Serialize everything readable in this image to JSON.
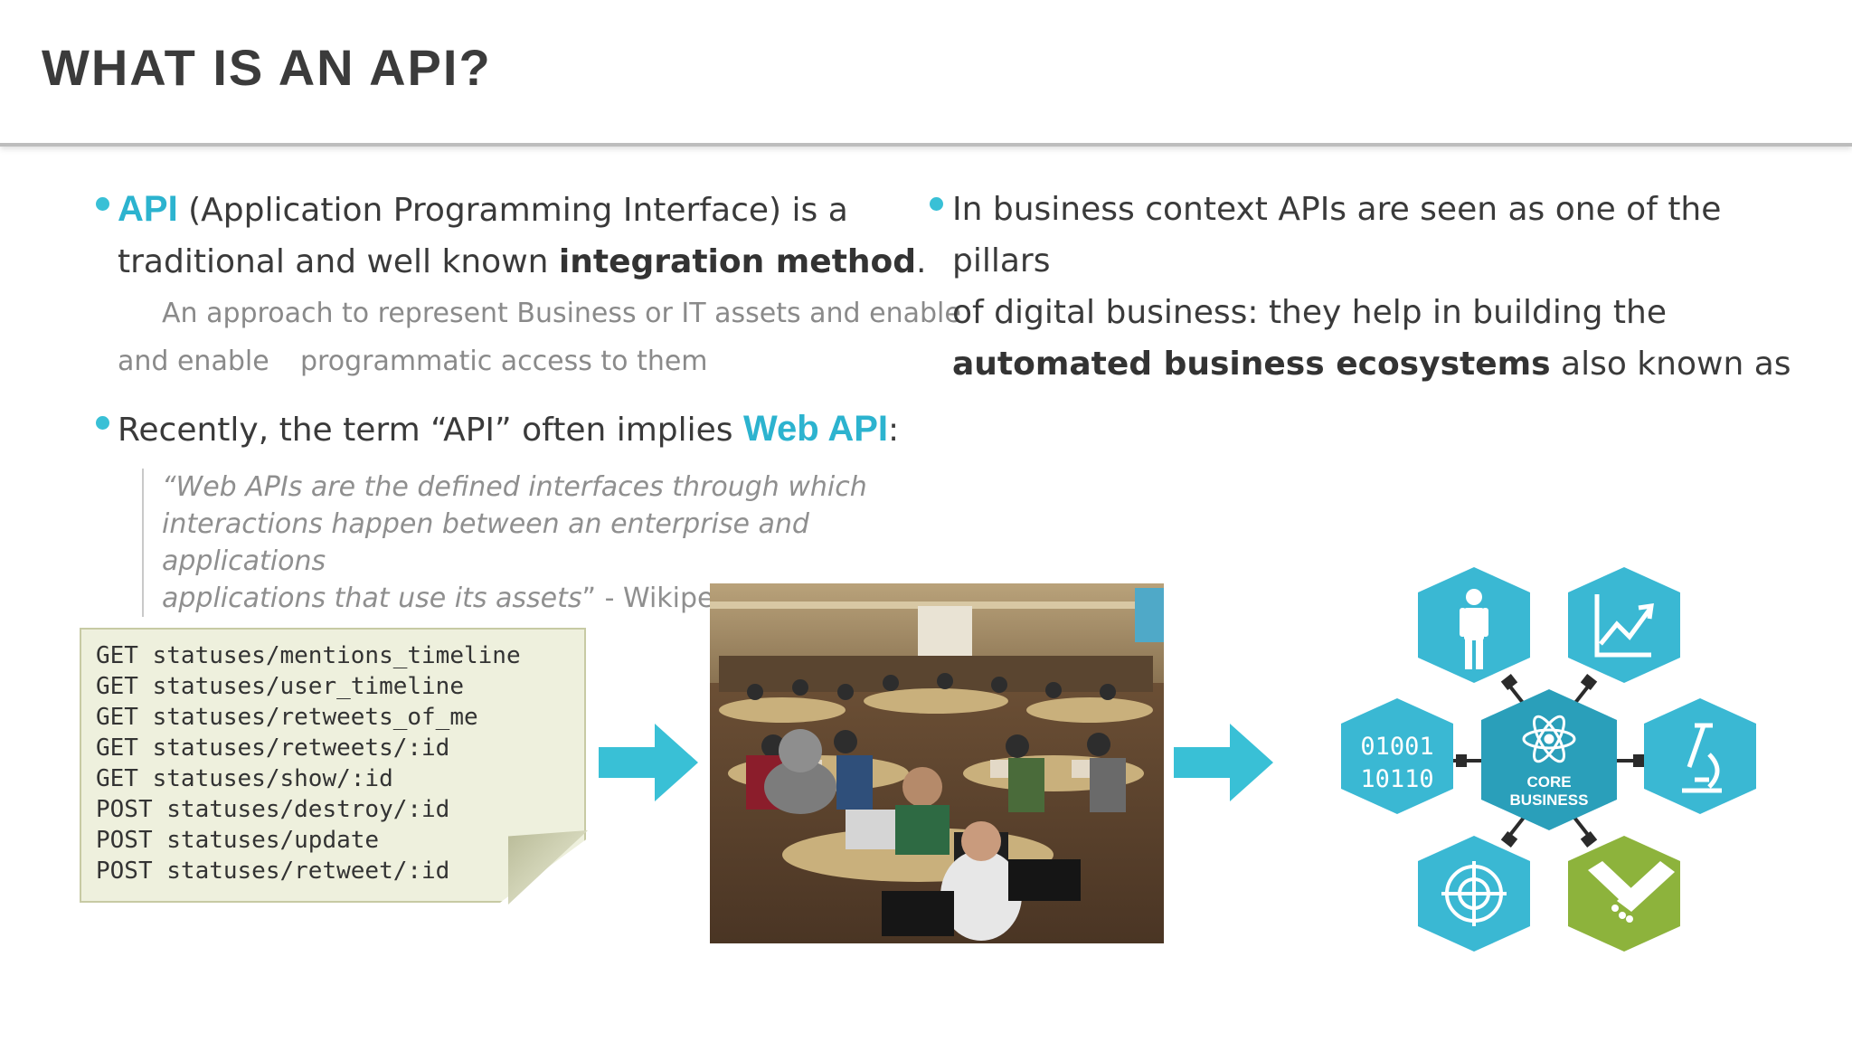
{
  "slide": {
    "title": "WHAT IS AN API?"
  },
  "left": {
    "b1_keyword": "API",
    "b1_text1": " (Application Programming Interface) is a",
    "b1_text2": "traditional and well known ",
    "b1_bold": "integration method",
    "b1_end": ".",
    "sub_line1": "An approach to represent Business or IT assets and enable",
    "sub_line2a": "and enable",
    "sub_line2b": "programmatic access to them",
    "b2_text": "Recently, the term “API” often implies ",
    "b2_keyword": "Web API",
    "b2_end": ":",
    "quote_line1": "“Web APIs are the defined interfaces through which",
    "quote_line2": "interactions happen between an enterprise and applications",
    "quote_line3": "applications that use its assets",
    "quote_source": "” - Wikipedia"
  },
  "right": {
    "line1": "In business context APIs are seen as one of the pillars",
    "line2": "of digital business: they help in building the",
    "bold": "automated business ecosystems",
    "line3_end": " also known as"
  },
  "code_lines": [
    "GET statuses/mentions_timeline",
    "GET statuses/user_timeline",
    "GET statuses/retweets_of_me",
    "GET statuses/retweets/:id",
    "GET statuses/show/:id",
    "POST statuses/destroy/:id",
    "POST statuses/update",
    "POST statuses/retweet/:id"
  ],
  "ecosystem": {
    "binary_line1": "01001",
    "binary_line2": "10110",
    "core_line1": "CORE",
    "core_line2": "BUSINESS"
  },
  "icons": {
    "person": "person-icon",
    "chart": "growth-chart-icon",
    "binary": "binary-code-icon",
    "atom": "atom-icon",
    "microscope": "microscope-icon",
    "target": "target-icon",
    "handshake": "handshake-icon"
  },
  "colors": {
    "accent": "#39c0d6",
    "hex_blue": "#3ab8d3",
    "hex_core": "#2a9fba",
    "hex_green": "#8db33c",
    "arrow": "#39c0d6",
    "code_bg": "#eef0dd"
  }
}
